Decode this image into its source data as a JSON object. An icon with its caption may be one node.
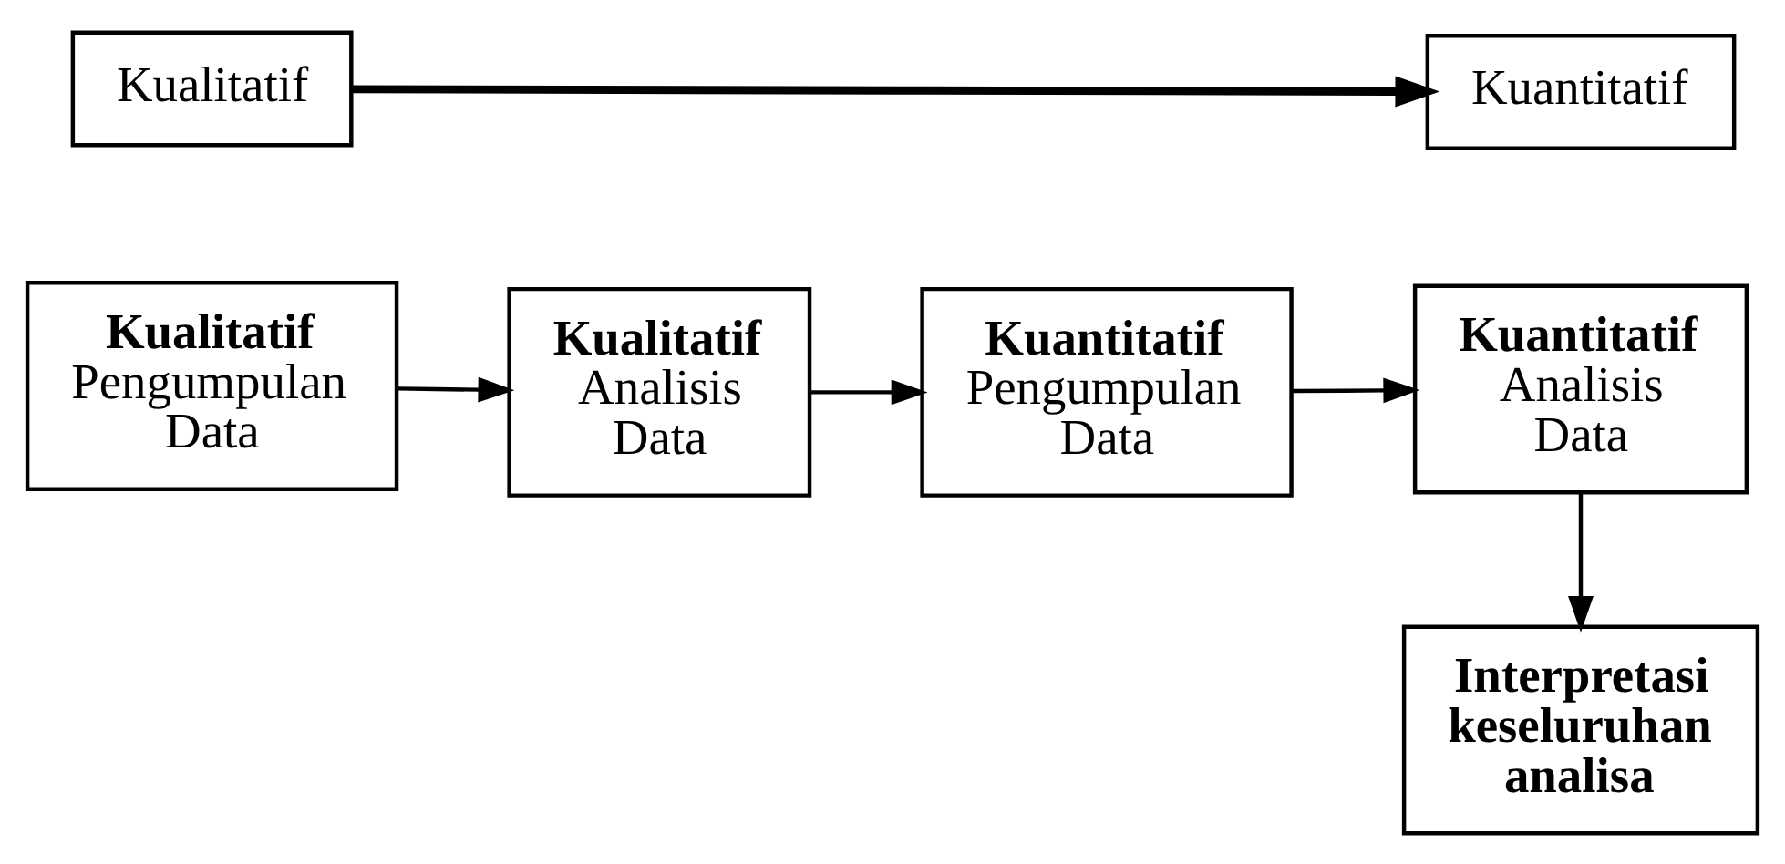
{
  "diagram": {
    "nodes": [
      {
        "text": [
          "Kualitatif"
        ]
      },
      {
        "text": [
          "Kuantitatif"
        ]
      },
      {
        "text": [
          "Kualitatif",
          "Pengumpulan Data"
        ]
      },
      {
        "text": [
          "Kualitatif",
          "Analisis Data"
        ]
      },
      {
        "text": [
          "Kuantitatif",
          "Pengumpulan Data"
        ]
      },
      {
        "text": [
          "Kuantitatif",
          "Analisis Data"
        ]
      },
      {
        "text": [
          "Interpretasi keseluruhan analisa"
        ]
      }
    ],
    "edges": [
      {
        "from": 0,
        "to": 1,
        "arrow": "to",
        "style": "thick"
      },
      {
        "from": 2,
        "to": 3,
        "arrow": "to"
      },
      {
        "from": 3,
        "to": 4,
        "arrow": "to"
      },
      {
        "from": 4,
        "to": 5,
        "arrow": "to"
      },
      {
        "from": 5,
        "to": 6,
        "arrow": "to"
      }
    ]
  }
}
